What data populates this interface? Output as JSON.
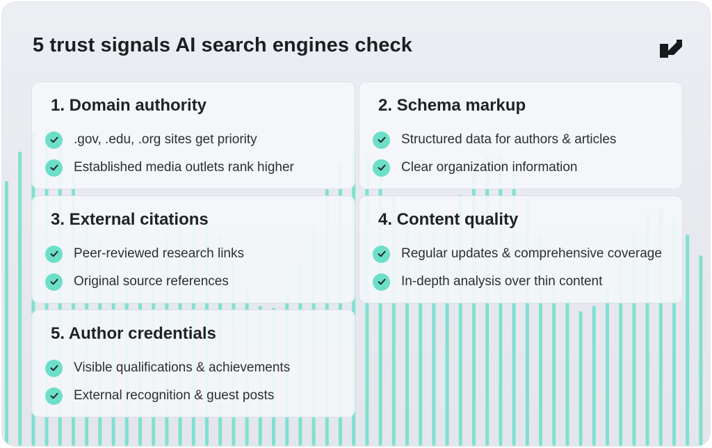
{
  "title": "5 trust signals AI search engines check",
  "logo_icon": "brand-logo-icon",
  "colors": {
    "accent": "#6ddfc9",
    "card_bg": "#f4f6fa",
    "text": "#1f2126",
    "background": "#e8eaef"
  },
  "cards": [
    {
      "title": "1. Domain authority",
      "items": [
        ".gov, .edu, .org sites get priority",
        "Established media outlets rank higher"
      ]
    },
    {
      "title": "2. Schema markup",
      "items": [
        "Structured data for authors & articles",
        "Clear organization information"
      ]
    },
    {
      "title": "3. External citations",
      "items": [
        "Peer-reviewed research links",
        "Original source references"
      ]
    },
    {
      "title": "4. Content quality",
      "items": [
        "Regular updates & comprehensive coverage",
        "In-depth analysis over thin content"
      ]
    },
    {
      "title": "5. Author credentials",
      "items": [
        "Visible qualifications & achievements",
        "External recognition & guest posts"
      ]
    }
  ]
}
